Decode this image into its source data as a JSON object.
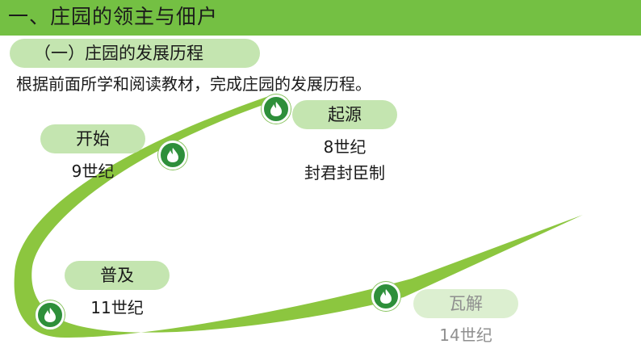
{
  "header": {
    "title": "一、庄园的领主与佃户"
  },
  "section": {
    "subtitle": "（一）庄园的发展历程"
  },
  "instruction": "根据前面所学和阅读教材，完成庄园的发展历程。",
  "stages": {
    "origin": {
      "label": "起源",
      "century": "8世纪",
      "note": "封君封臣制"
    },
    "start": {
      "label": "开始",
      "century": "9世纪"
    },
    "spread": {
      "label": "普及",
      "century": "11世纪"
    },
    "decline": {
      "label": "瓦解",
      "century": "14世纪"
    }
  },
  "colors": {
    "header": "#74c043",
    "pill": "#c4e5b0",
    "curve": "#8cc63f",
    "node": "#2e8f3a",
    "faded_text": "#8f8f8f"
  },
  "icons": {
    "node": "leaf-flame-icon"
  }
}
